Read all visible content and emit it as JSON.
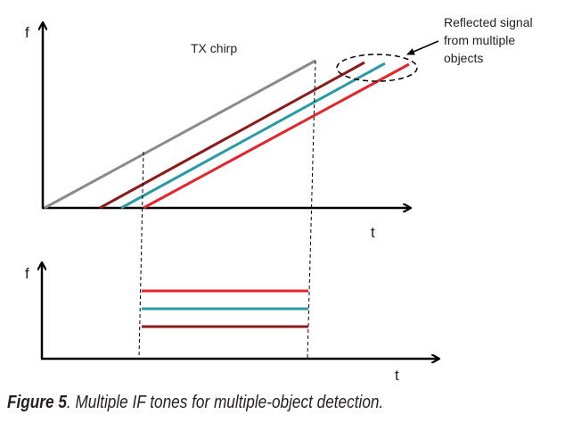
{
  "top_chart": {
    "y_axis_label": "f",
    "x_axis_label": "t",
    "tx_label": "TX chirp",
    "annotation_lines": [
      "Reflected signal",
      "from multiple",
      "objects"
    ]
  },
  "bottom_chart": {
    "y_axis_label": "f",
    "x_axis_label": "t"
  },
  "colors": {
    "tx_chirp": "#8a8a8a",
    "reflection_1": "#8b1a1a",
    "reflection_2": "#2a9ba5",
    "reflection_3": "#e1262d",
    "axis": "#000000"
  },
  "caption": {
    "figure": "Figure 5",
    "text": ". Multiple IF tones for multiple-object detection."
  }
}
